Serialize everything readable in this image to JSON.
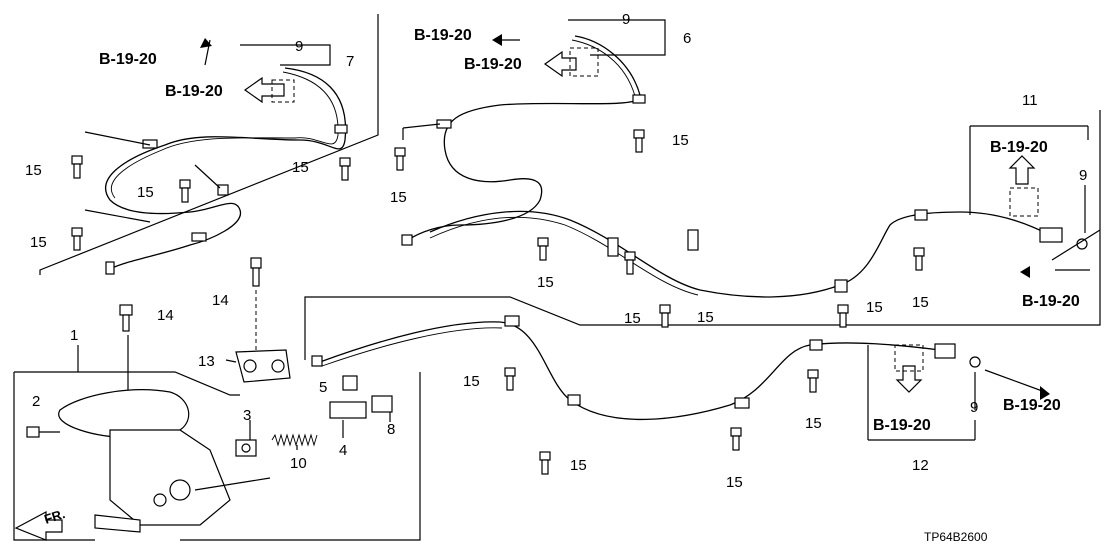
{
  "diagram": {
    "callouts": {
      "n1": "1",
      "n2": "2",
      "n3": "3",
      "n4": "4",
      "n5": "5",
      "n6": "6",
      "n7": "7",
      "n8": "8",
      "n9a": "9",
      "n9b": "9",
      "n9c": "9",
      "n9d": "9",
      "n10": "10",
      "n11": "11",
      "n12": "12",
      "n13": "13",
      "n14": "14",
      "n14b": "14"
    },
    "bolt15": "15",
    "ref_b1920": "B-19-20",
    "front_label": "FR.",
    "drawing_code": "TP64B2600"
  }
}
